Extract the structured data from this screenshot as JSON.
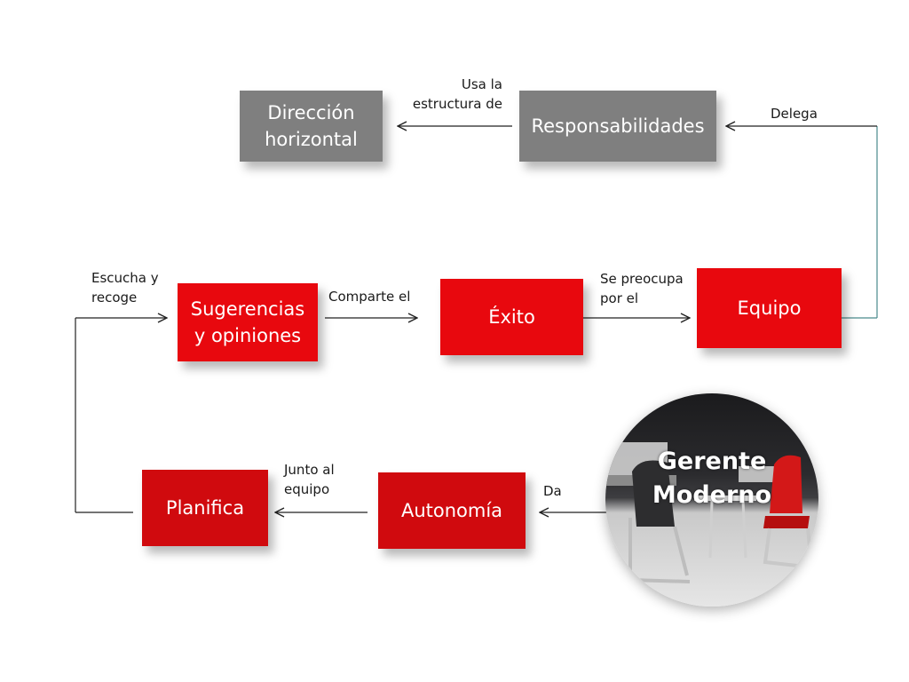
{
  "boxes": {
    "direccion_horizontal": "Dirección\nhorizontal",
    "responsabilidades": "Responsabilidades",
    "sugerencias": "Sugerencias\ny opiniones",
    "exito": "Éxito",
    "equipo": "Equipo",
    "planifica": "Planifica",
    "autonomia": "Autonomía"
  },
  "labels": {
    "usa_la_estructura_de": "Usa la\nestructura de",
    "delega": "Delega",
    "escucha_y_recoge": "Escucha y\nrecoge",
    "comparte_el": "Comparte el",
    "se_preocupa_por_el": "Se preocupa\npor el",
    "junto_al_equipo": "Junto al\nequipo",
    "da": "Da"
  },
  "center": {
    "title": "Gerente\nModerno"
  },
  "colors": {
    "gray_box": "#7f7f7f",
    "red_box": "#e8080e",
    "dark_red_box": "#d00a0e",
    "connector_right": "#4a8a8c"
  }
}
